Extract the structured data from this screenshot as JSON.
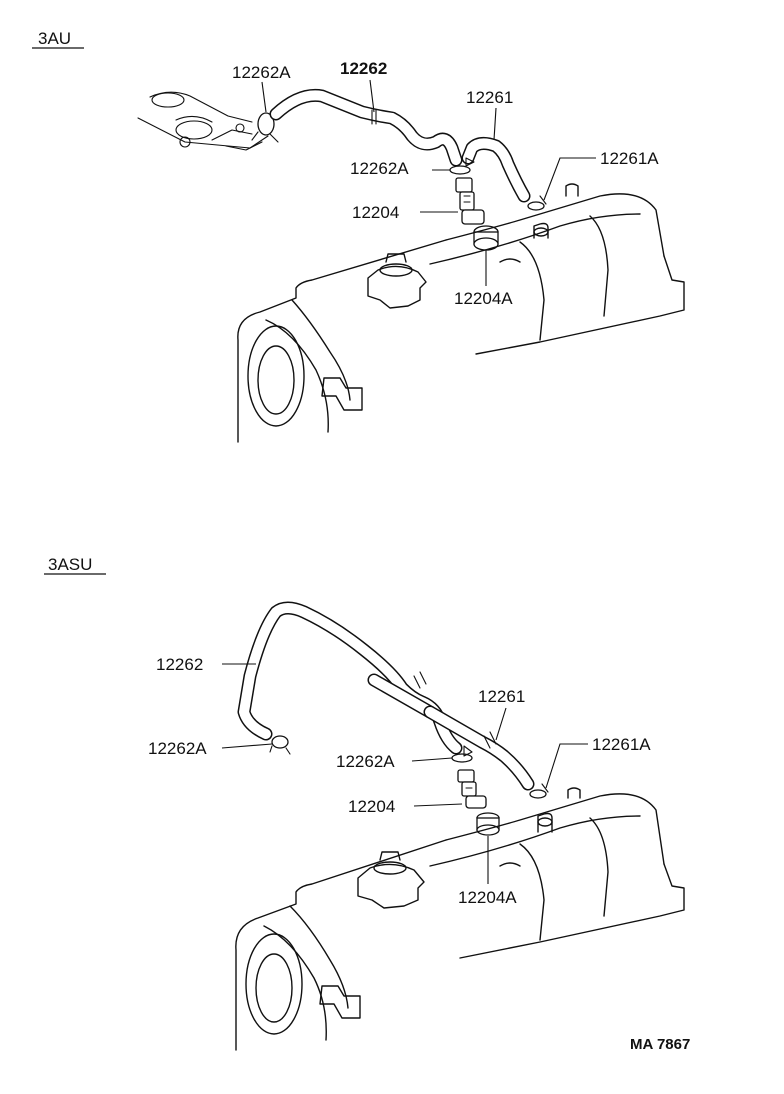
{
  "sections": {
    "top": {
      "variant": "3AU",
      "labels": {
        "clamp_left": "12262A",
        "hose_long": "12262",
        "hose_short": "12261",
        "clamp_center": "12262A",
        "clamp_right": "12261A",
        "valve": "12204",
        "grommet": "12204A"
      }
    },
    "bottom": {
      "variant": "3ASU",
      "labels": {
        "hose_long": "12262",
        "clamp_left": "12262A",
        "hose_short": "12261",
        "clamp_center": "12262A",
        "clamp_right": "12261A",
        "valve": "12204",
        "grommet": "12204A"
      }
    }
  },
  "figure_code": "MA 7867"
}
